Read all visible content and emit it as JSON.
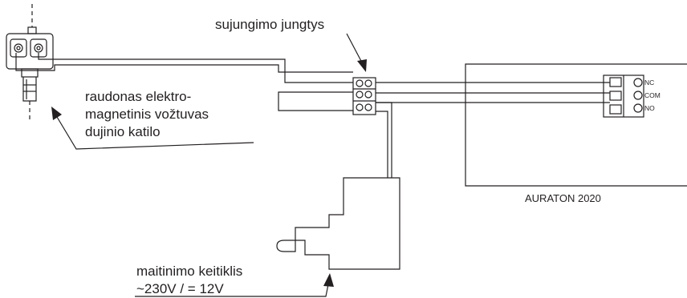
{
  "labels": {
    "connector": "sujungimo jungtys",
    "valve_line1": "raudonas elektro-",
    "valve_line2": "magnetinis vožtuvas",
    "valve_line3": "dujinio katilo",
    "adapter_line1": "maitinimo keitiklis",
    "adapter_line2": "~230V / = 12V",
    "device": "AURATON 2020"
  },
  "terminals": {
    "nc": "NC",
    "com": "COM",
    "no": "NO"
  }
}
